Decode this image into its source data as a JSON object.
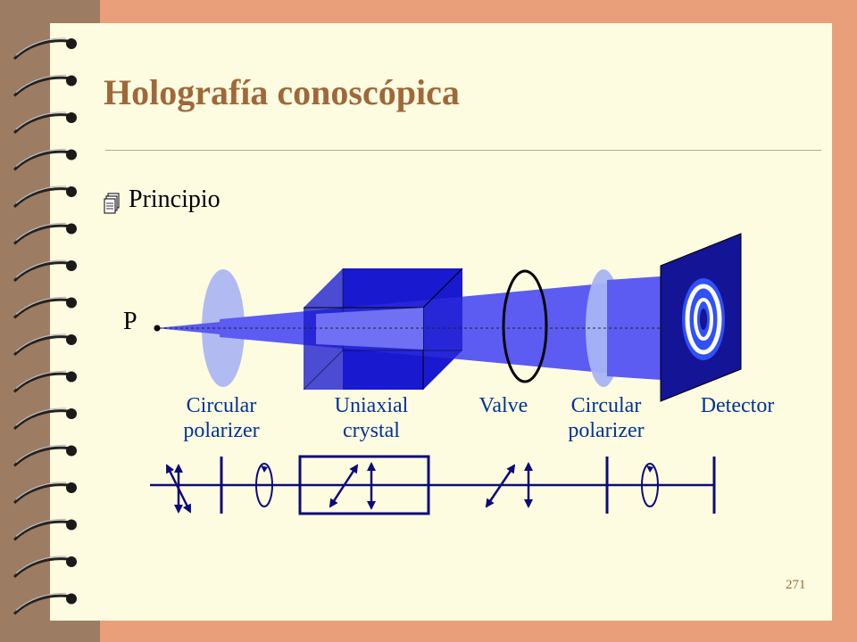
{
  "slide": {
    "title": "Holografía conoscópica",
    "bullet": "Principio",
    "page_number": "271"
  },
  "diagram": {
    "point_label": "P",
    "components": [
      {
        "line1": "Circular",
        "line2": "polarizer"
      },
      {
        "line1": "Uniaxial",
        "line2": "crystal"
      },
      {
        "line1": "Valve",
        "line2": ""
      },
      {
        "line1": "Circular",
        "line2": "polarizer"
      },
      {
        "line1": "Detector",
        "line2": ""
      }
    ]
  },
  "colors": {
    "background": "#E9A07A",
    "page": "#FEFCE0",
    "title": "#A0683A",
    "beam": "#5A5AF0",
    "crystal": "#1E1ED2",
    "detector": "#141496",
    "schematic": "#0B0B7A",
    "label": "#003399"
  }
}
